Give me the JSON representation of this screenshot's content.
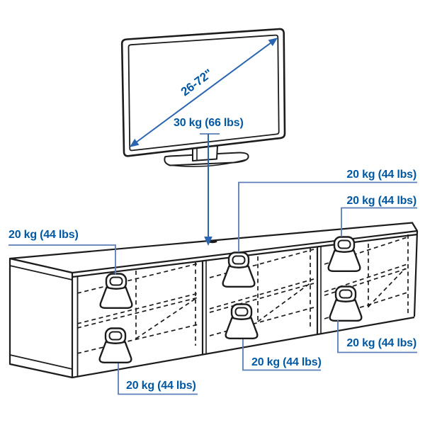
{
  "diagram": {
    "kind": "product-load-capacity-diagram",
    "tv": {
      "diagonal_range": "26-72\"",
      "max_load": "30 kg (66 lbs)"
    },
    "bench": {
      "sections": 3,
      "weights_per_section": 2,
      "shelf_loads": [
        "20 kg (44 lbs)",
        "20 kg (44 lbs)",
        "20 kg (44 lbs)",
        "20 kg (44 lbs)",
        "20 kg (44 lbs)",
        "20 kg (44 lbs)"
      ]
    }
  },
  "icons": {
    "tv": "flat-screen-tv-icon",
    "weight": "load-weight-icon",
    "arrow_diagonal": "double-headed-diagonal-arrow-icon",
    "arrow_down": "down-arrow-icon",
    "cable_hole": "cable-outlet-slot-icon"
  },
  "colors": {
    "label_blue": "#0058a3",
    "leader_blue": "#5b7db6",
    "arrow_blue": "#2a66b0",
    "line_black": "#1c1c1c",
    "background": "#ffffff"
  }
}
